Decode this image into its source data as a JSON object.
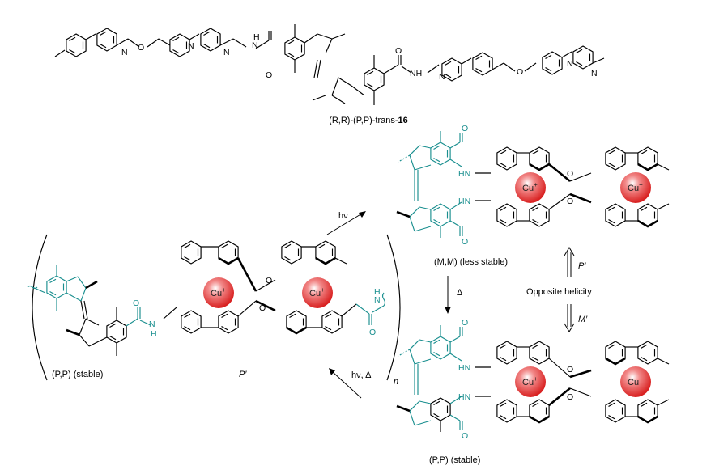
{
  "ligand": {
    "label_prefix": "(R,R)-(P,P)-trans-",
    "label_number": "16"
  },
  "states": {
    "mm": {
      "label": "(M,M) (less stable)"
    },
    "pp_right": {
      "label": "(P,P) (stable)"
    },
    "pp_left": {
      "label": "(P,P) (stable)",
      "handedness": "P′",
      "subscript": "n"
    }
  },
  "arrows": {
    "hv": "hν",
    "delta": "Δ",
    "hv_delta": "hν, Δ",
    "p_prime": "P′",
    "m_prime": "M′",
    "opposite": "Opposite helicity"
  },
  "ion": {
    "symbol": "Cu",
    "charge": "+"
  },
  "atoms": {
    "N": "N",
    "O": "O",
    "HN": "HN",
    "NH": "NH",
    "H": "H"
  },
  "colors": {
    "teal": "#1a8f8f",
    "ion": "#d81f1f",
    "black": "#000000"
  }
}
